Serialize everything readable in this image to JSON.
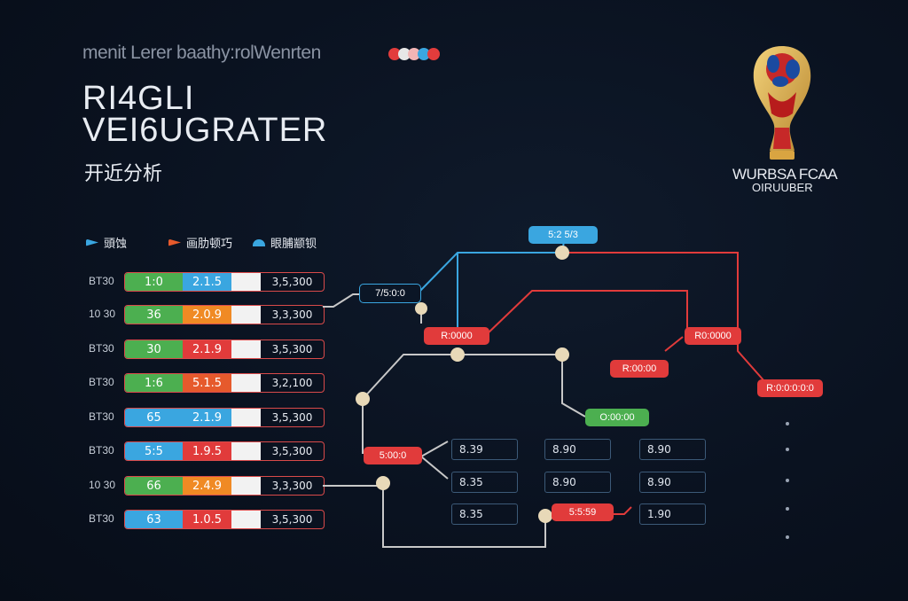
{
  "header": {
    "subtitle": "menit Lerer baathy:rolWenrten",
    "title_line1": "RI4GLI",
    "title_line2": "VEI6UGRATER",
    "title_line3": "开近分析",
    "dot_colors": [
      "#e23c3c",
      "#e7e7e7",
      "#f2b5b5",
      "#3aa6e0",
      "#e23c3c"
    ]
  },
  "logo": {
    "line1": "WURBSA FCAA",
    "line2": "OIRUUBER"
  },
  "legend": [
    {
      "label": "頭蚀",
      "color": "#3aa6e0",
      "icon": "arrow-icon"
    },
    {
      "label": "画肋顿巧",
      "color": "#e65a2c",
      "icon": "play-icon"
    },
    {
      "label": "眼脯颛钡",
      "color": "#3aa6e0",
      "icon": "wave-icon"
    }
  ],
  "rows": [
    {
      "label": "BT30",
      "a": "1:0",
      "a_color": "#4caf50",
      "b": "2.1.5",
      "b_color": "#3aa6e0",
      "d": "3,5,300"
    },
    {
      "label": "10 30",
      "a": "36",
      "a_color": "#4caf50",
      "b": "2.0.9",
      "b_color": "#f08a24",
      "d": "3,3,300"
    },
    {
      "label": "BT30",
      "a": "30",
      "a_color": "#4caf50",
      "b": "2.1.9",
      "b_color": "#e13b3b",
      "d": "3,5,300"
    },
    {
      "label": "BT30",
      "a": "1:6",
      "a_color": "#4caf50",
      "b": "5.1.5",
      "b_color": "#e65a2c",
      "d": "3,2,100"
    },
    {
      "label": "BT30",
      "a": "65",
      "a_color": "#3aa6e0",
      "b": "2.1.9",
      "b_color": "#3aa6e0",
      "d": "3,5,300"
    },
    {
      "label": "BT30",
      "a": "5:5",
      "a_color": "#3aa6e0",
      "b": "1.9.5",
      "b_color": "#e13b3b",
      "d": "3,5,300"
    },
    {
      "label": "10 30",
      "a": "66",
      "a_color": "#4caf50",
      "b": "2.4.9",
      "b_color": "#f08a24",
      "d": "3,3,300"
    },
    {
      "label": "BT30",
      "a": "63",
      "a_color": "#3aa6e0",
      "b": "1.0.5",
      "b_color": "#e13b3b",
      "d": "3,5,300"
    }
  ],
  "nodes": {
    "top_blue": "5:2 5/3",
    "mid_blue": "7/5:0:0",
    "red_a": "R:0000",
    "red_b": "R0:0000",
    "red_c": "R:00:00",
    "red_d": "R:0:0:0:0:0",
    "red_e": "5:00:0",
    "red_f": "5:5:59",
    "green_a": "O:00:00"
  },
  "boxes": {
    "r1": [
      "8.39",
      "8.90",
      "8.90"
    ],
    "r2": [
      "8.35",
      "8.90",
      "8.90"
    ],
    "r3": [
      "8.35",
      "1.90"
    ]
  }
}
